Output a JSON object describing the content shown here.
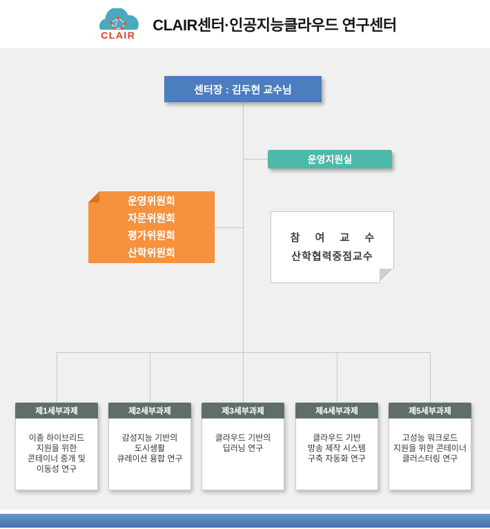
{
  "header": {
    "logo_text": "CLAIR",
    "title": "CLAIR센터·인공지능클라우드 연구센터"
  },
  "colors": {
    "director_blue": "#4b7dbf",
    "support_teal": "#4cb9a9",
    "committee_orange": "#f6913d",
    "sub_header_gray": "#5f6f67",
    "footer_blue": "#4e80bd",
    "background_gray": "#f0f0f0"
  },
  "org": {
    "director": {
      "label": "센터장 : 김두현 교수님"
    },
    "support": {
      "label": "운영지원실"
    },
    "committees": {
      "lines": [
        "운영위원회",
        "자문위원회",
        "평가위원회",
        "산학위원회"
      ]
    },
    "professors": {
      "line1": "참 여 교 수",
      "line2": "산학협력중점교수"
    },
    "subprojects": [
      {
        "title": "제1세부과제",
        "lines": [
          "이종 하이브리드",
          "지원을 위한",
          "콘테이너 중개 및",
          "이동성 연구"
        ]
      },
      {
        "title": "제2세부과제",
        "lines": [
          "감성지능 기반의",
          "도시생활",
          "큐레이션 융합 연구"
        ]
      },
      {
        "title": "제3세부과제",
        "lines": [
          "클라우드 기반의",
          "딥러닝 연구"
        ]
      },
      {
        "title": "제4세부과제",
        "lines": [
          "클라우드 기반",
          "방송 제작 시스템",
          "구축 자동화 연구"
        ]
      },
      {
        "title": "제5세부과제",
        "lines": [
          "고성능 워크로드",
          "지원을 위한 콘테이너",
          "클러스터링 연구"
        ]
      }
    ]
  }
}
